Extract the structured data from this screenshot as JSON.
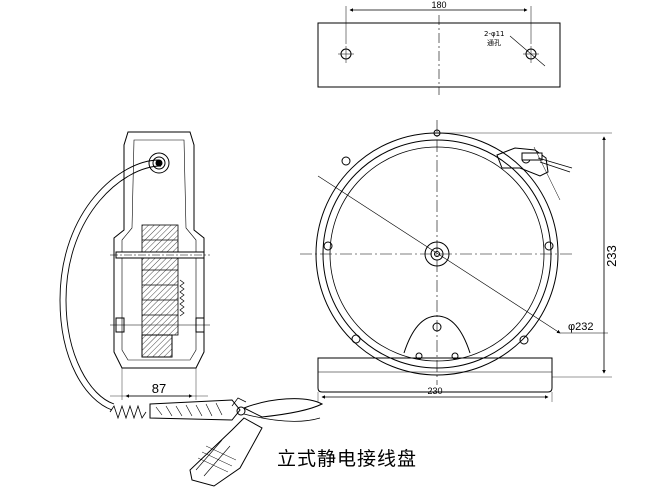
{
  "caption": "立式静电接线盘",
  "dimensions": {
    "top_width": "180",
    "hole_note_line1": "2-φ11",
    "hole_note_line2": "通孔",
    "side_width": "87",
    "front_height": "233",
    "front_diameter": "φ232",
    "base_width": "230"
  }
}
